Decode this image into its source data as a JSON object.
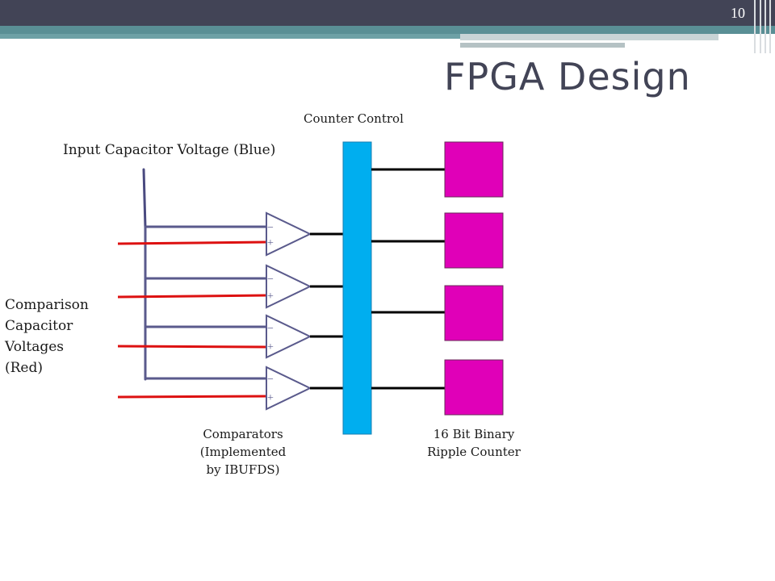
{
  "slide": {
    "number": "10",
    "title": "FPGA Design"
  },
  "labels": {
    "counter_control": "Counter Control",
    "input_capacitor": "Input Capacitor Voltage (Blue)",
    "comparison_capacitor": "Comparison\nCapacitor\nVoltages\n(Red)",
    "comparators": "Comparators\n(Implemented\nby IBUFDS)",
    "ripple_counter": "16 Bit Binary\nRipple Counter"
  },
  "comparator_symbols": {
    "minus": "−",
    "plus": "+"
  },
  "colors": {
    "header_bar": "#424456",
    "accent_teal": "#5a8f95",
    "title_text": "#424456",
    "input_wire_blue": "#4a4a80",
    "comparison_wire_red": "#dd1111",
    "counter_control_block": "#00aeef",
    "counter_blocks": "#e000b8",
    "wire_black": "#000000"
  }
}
